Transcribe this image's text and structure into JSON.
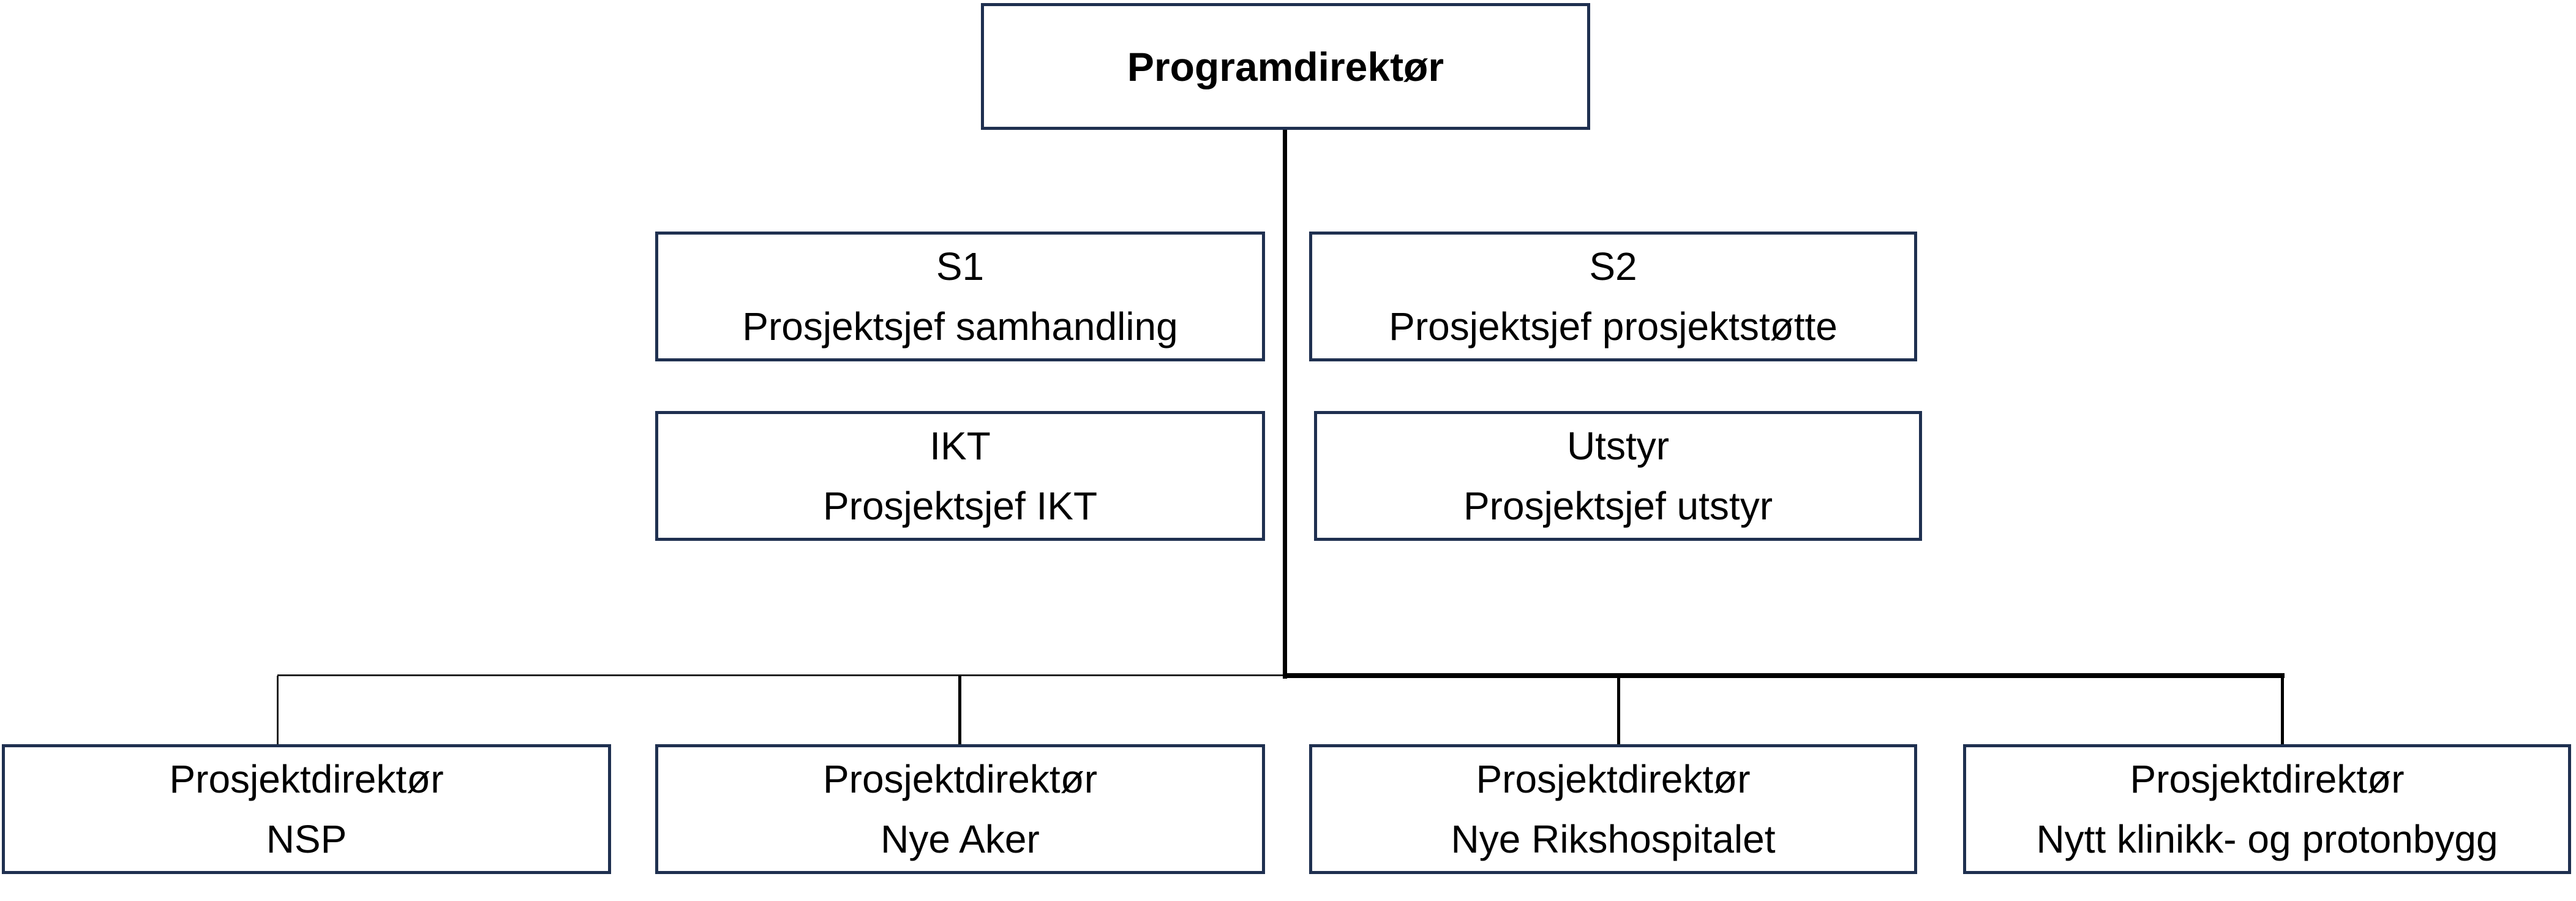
{
  "chart": {
    "type": "org-chart",
    "root": {
      "title": "Programdirektør"
    },
    "staff": [
      {
        "code": "S1",
        "title": "Prosjektsjef samhandling"
      },
      {
        "code": "S2",
        "title": "Prosjektsjef prosjektstøtte"
      },
      {
        "code": "IKT",
        "title": "Prosjektsjef IKT"
      },
      {
        "code": "Utstyr",
        "title": "Prosjektsjef utstyr"
      }
    ],
    "projects": [
      {
        "role": "Prosjektdirektør",
        "name": "NSP"
      },
      {
        "role": "Prosjektdirektør",
        "name": "Nye Aker"
      },
      {
        "role": "Prosjektdirektør",
        "name": "Nye Rikshospitalet"
      },
      {
        "role": "Prosjektdirektør",
        "name": "Nytt klinikk- og protonbygg"
      }
    ]
  },
  "colors": {
    "box_border": "#1f3050",
    "connector": "#000000",
    "background": "#ffffff"
  }
}
